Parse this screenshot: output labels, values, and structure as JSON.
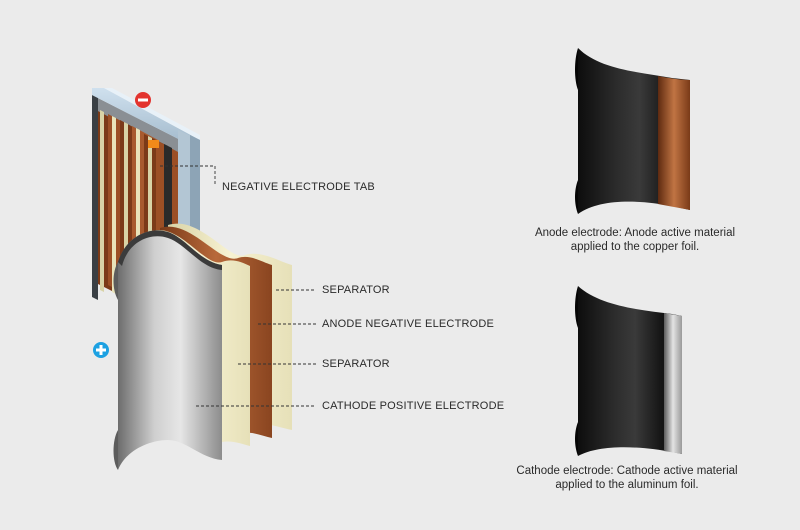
{
  "diagram": {
    "signs": {
      "negative": "minus-sign-icon",
      "positive": "plus-sign-icon"
    },
    "callouts": {
      "negative_tab": "NEGATIVE ELECTRODE TAB",
      "separator_1": "SEPARATOR",
      "anode": "ANODE NEGATIVE ELECTRODE",
      "separator_2": "SEPARATOR",
      "cathode": "CATHODE POSITIVE ELECTRODE"
    },
    "anode_caption": {
      "line1": "Anode electrode: Anode active material",
      "line2": "applied to the copper foil."
    },
    "cathode_caption": {
      "line1": "Cathode electrode: Cathode active material",
      "line2": "applied to the aluminum foil."
    },
    "colors": {
      "background": "#ebebeb",
      "copper": "#a85a2e",
      "separator": "#f1ecc6",
      "aluminum": "#9a9a9a",
      "negative_sign": "#e3342f",
      "positive_sign": "#1da1e2",
      "tab_highlight": "#f28a1a"
    }
  }
}
